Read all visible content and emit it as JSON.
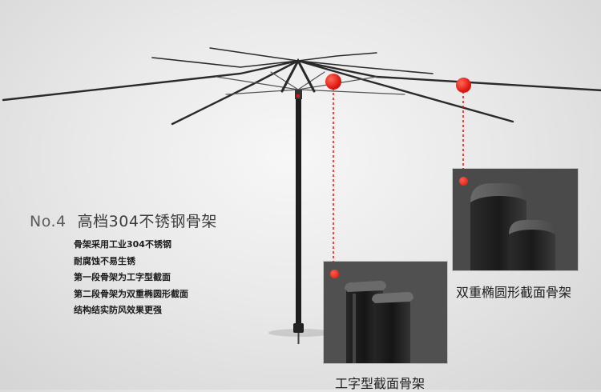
{
  "headline": {
    "model": "No.4",
    "title": "高档304不锈钢骨架"
  },
  "features": [
    "骨架采用工业304不锈钢",
    "耐腐蚀不易生锈",
    "第一段骨架为工字型截面",
    "第二段骨架为双重椭圆形截面",
    "结构结实防风效果更强"
  ],
  "callouts": {
    "ibeam_caption": "工字型截面骨架",
    "oval_caption": "双重椭圆形截面骨架"
  },
  "colors": {
    "accent_red": "#e01810",
    "frame_dark": "#1e1e1e",
    "background": "#e9e9e9"
  }
}
